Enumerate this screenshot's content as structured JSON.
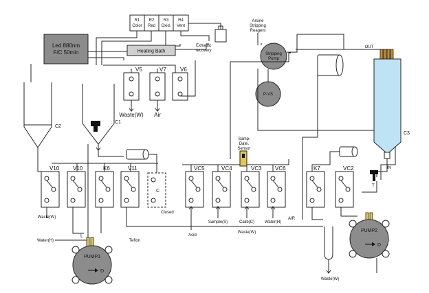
{
  "colors": {
    "line": "#222222",
    "led_box": "#8c8c8c",
    "pump_body": "#8c8c8c",
    "bath": "#d0d0d0",
    "column": "#bde3f5",
    "tube": "#e6c64c"
  },
  "reagents": {
    "r1": {
      "id": "R1",
      "name": "Color"
    },
    "r2": {
      "id": "R2",
      "name": "Red"
    },
    "r3": {
      "id": "R3",
      "name": "Oxid."
    },
    "r4": {
      "id": "R4",
      "name": "Vent"
    }
  },
  "led": {
    "line1": "Led 880nm",
    "line2": "F/C 50min"
  },
  "heating_bath": "Heating Bath",
  "exhaust": {
    "line1": "Exhaust",
    "line2": "recovery"
  },
  "arsine": {
    "line1": "Arsine",
    "line2": "Stripping",
    "line3": "Reagent"
  },
  "out_label": "OUT",
  "stripping_pump": {
    "line1": "Stripping",
    "line2": "Pump"
  },
  "pvs_label": "P-VS",
  "c1": "C1",
  "c2": "C2",
  "c3": "C3",
  "in_label": "IN",
  "t_label": "T",
  "valves": {
    "v5": "V5",
    "v7": "V7",
    "v6": "V6",
    "v10a": "V10",
    "v10b": "V10",
    "k6": "K6",
    "v11": "V11",
    "vc5": "VC5",
    "vc4": "VC4",
    "vc3": "VC3",
    "vc6": "VC6",
    "k7": "K7",
    "vc2": "VC2"
  },
  "waste_w_top": "Waste(W)",
  "air_top": "Air",
  "sensor": {
    "line1": "Samp.",
    "line2": "Date.",
    "line3": "Sensor"
  },
  "closed": "Closed",
  "c_mark": "C",
  "waste_w_left": "Waste(W)",
  "water_h_left": "Water(H)",
  "l_label": "L",
  "teflon": "Teflon",
  "acid": "Acid",
  "sample_s": "Sample(S)",
  "calib_c": "Calib(C)",
  "water_h_mid": "Water(H)",
  "air_mid": "AIR",
  "waste_w_mid": "Waste(W)",
  "waste_w_bottom": "Waste(W)",
  "pump1": {
    "name": "PUMP1",
    "dir": "D"
  },
  "pump2": {
    "name": "PUMP2",
    "dir": "D"
  }
}
